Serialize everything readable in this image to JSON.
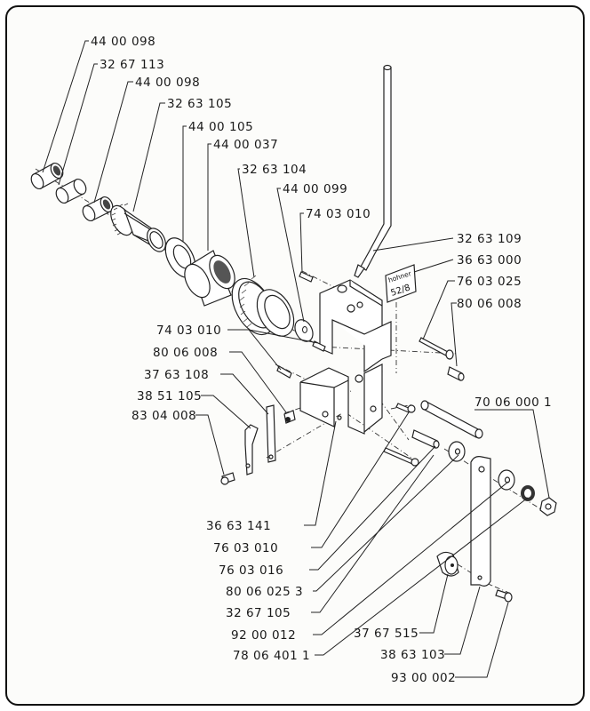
{
  "diagram": {
    "title": "Exploded parts view - lever mechanism",
    "nameplate": {
      "brand": "hohner",
      "model": "52/8"
    },
    "labels": {
      "p01": "44 00 098",
      "p02": "32 67 113",
      "p03": "44 00 098",
      "p04": "32 63 105",
      "p05": "44 00 105",
      "p06": "44 00 037",
      "p07": "32 63 104",
      "p08": "44 00 099",
      "p09": "74 03 010",
      "p10": "32 63 109",
      "p11": "36 63 000",
      "p12": "76 03 025",
      "p13": "80 06 008",
      "p14": "74 03 010",
      "p15": "80 06 008",
      "p16": "37 63 108",
      "p17": "38 51 105",
      "p18": "83 04 008",
      "p19": "70 06 000 1",
      "p20": "36 63 141",
      "p21": "76 03 010",
      "p22": "76 03 016",
      "p23": "80 06 025 3",
      "p24": "32 67 105",
      "p25": "92 00 012",
      "p26": "78 06 401 1",
      "p27": "37 67 515",
      "p28": "38 63 103",
      "p29": "93 00 002"
    }
  }
}
